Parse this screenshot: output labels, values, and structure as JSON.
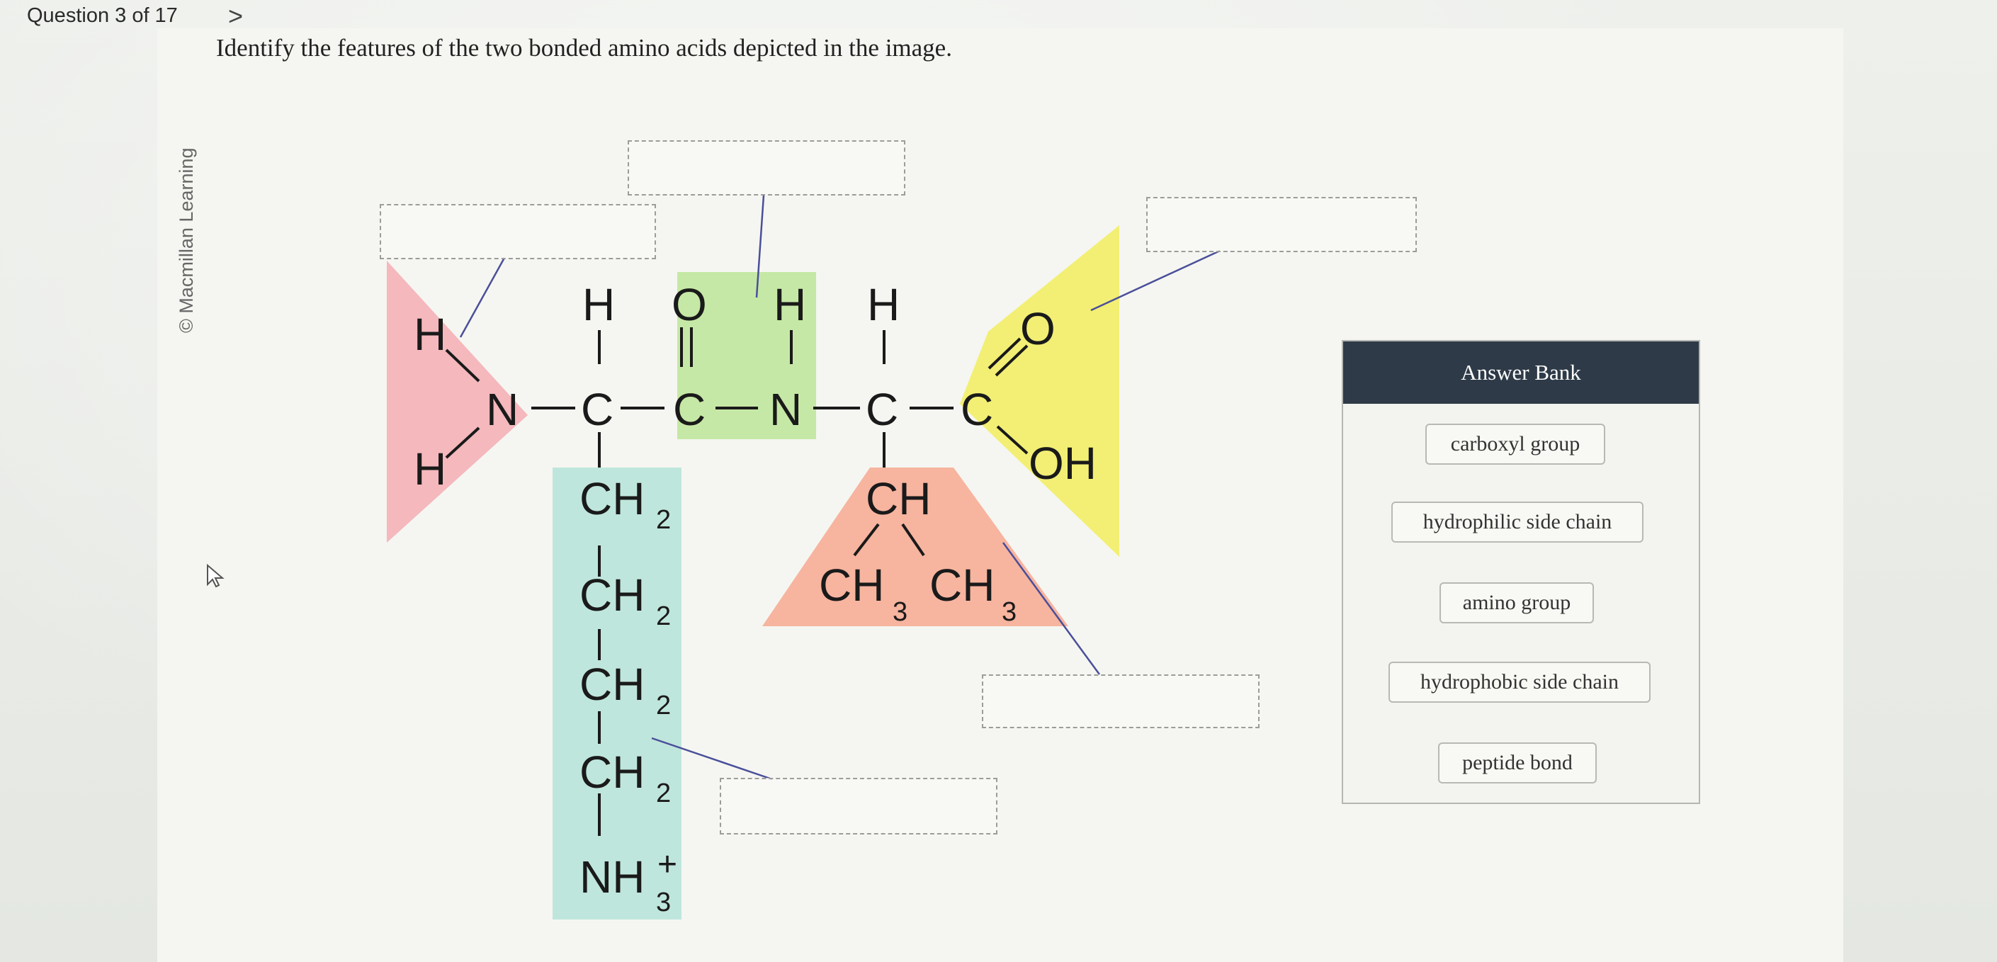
{
  "header": {
    "question_counter": "Question 3 of 17",
    "next_arrow": ">"
  },
  "prompt": "Identify the features of the two bonded amino acids depicted in the image.",
  "copyright": "© Macmillan Learning",
  "molecule": {
    "labels": {
      "h_top_left": "H",
      "h_bottom_left": "H",
      "n_left": "N",
      "h_above_c1": "H",
      "c1": "C",
      "o_top": "O",
      "c2": "C",
      "h_above_n2": "H",
      "n2": "N",
      "h_above_c3": "H",
      "c3": "C",
      "c4": "C",
      "o_right": "O",
      "oh": "OH",
      "lys_ch2_1": "CH",
      "lys_ch2_1_sub": "2",
      "lys_ch2_2": "CH",
      "lys_ch2_2_sub": "2",
      "lys_ch2_3": "CH",
      "lys_ch2_3_sub": "2",
      "lys_ch2_4": "CH",
      "lys_ch2_4_sub": "2",
      "lys_nh3": "NH",
      "lys_nh3_sub": "3",
      "lys_nh3_sup": "+",
      "val_ch": "CH",
      "val_ch3_left": "CH",
      "val_ch3_left_sub": "3",
      "val_ch3_right": "CH",
      "val_ch3_right_sub": "3"
    },
    "colors": {
      "amino_group": "#f4b8bd",
      "peptide_bond": "#c6e8a6",
      "carboxyl_group": "#f2ef74",
      "hydrophobic_side_chain": "#f7b49f",
      "hydrophilic_side_chain": "#bfe6dc",
      "leader_line": "#4a4f9a"
    }
  },
  "answer_bank": {
    "title": "Answer Bank",
    "items": [
      {
        "label": "carboxyl group"
      },
      {
        "label": "hydrophilic side chain"
      },
      {
        "label": "amino group"
      },
      {
        "label": "hydrophobic side chain"
      },
      {
        "label": "peptide bond"
      }
    ]
  }
}
